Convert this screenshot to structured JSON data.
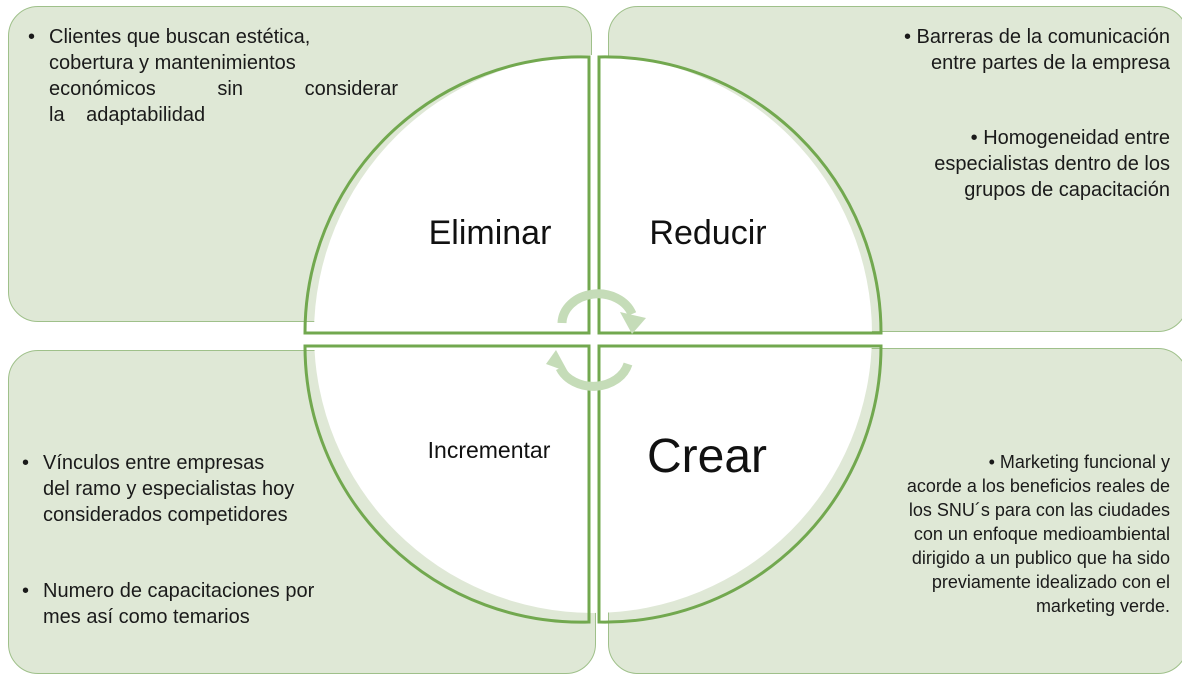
{
  "quadrants": {
    "eliminar": {
      "label": "Eliminar"
    },
    "reducir": {
      "label": "Reducir"
    },
    "incrementar": {
      "label": "Incrementar"
    },
    "crear": {
      "label": "Crear"
    }
  },
  "bullet_symbol": "•",
  "panels": {
    "top_left": {
      "lines": [
        "Clientes que buscan estética,",
        "cobertura y mantenimientos",
        "económicos sin considerar",
        "la adaptabilidad"
      ]
    },
    "top_right": {
      "bullet1_lines": [
        "Barreras de la comunicación",
        "entre partes de la empresa"
      ],
      "bullet2_lines": [
        "Homogeneidad entre",
        "especialistas dentro de los",
        "grupos de capacitación"
      ]
    },
    "bottom_left": {
      "bullet1_lines": [
        "Vínculos entre empresas",
        "del ramo y especialistas hoy",
        "considerados competidores"
      ],
      "bullet2_lines": [
        "Numero de capacitaciones por",
        "mes así como temarios"
      ]
    },
    "bottom_right": {
      "lines": [
        "Marketing funcional y",
        "acorde a los beneficios reales de",
        "los SNU´s para con las ciudades",
        "con un enfoque medioambiental",
        "dirigido a un publico que ha sido",
        "previamente idealizado con el",
        "marketing verde."
      ]
    }
  },
  "colors": {
    "panel_fill": "#dfe8d6",
    "panel_border": "#9fc08a",
    "circle_border": "#72a84f",
    "arrow": "#c5dcb8"
  }
}
